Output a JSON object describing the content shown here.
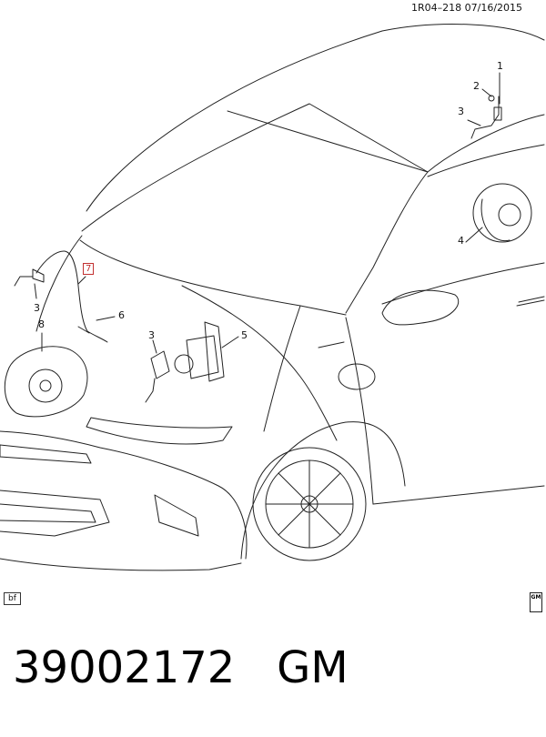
{
  "header": {
    "ref_code": "1R04–218  07/16/2015"
  },
  "callouts": {
    "c1": "1",
    "c2": "2",
    "c3a": "3",
    "c4": "4",
    "c3b": "3",
    "c8": "8",
    "c7": "7",
    "c6": "6",
    "c3c": "3",
    "c5": "5"
  },
  "badge_bf": "bf",
  "gm_logo_text": "GM",
  "footer": {
    "part_number": "39002172",
    "brand": "GM"
  }
}
